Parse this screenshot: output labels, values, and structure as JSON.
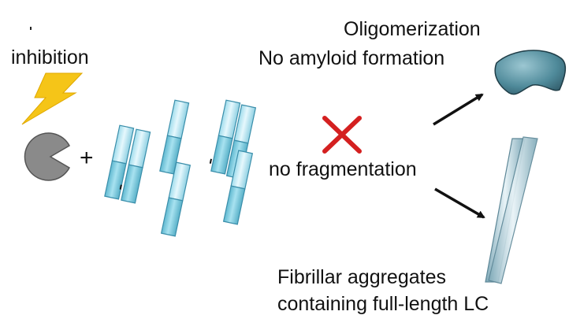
{
  "labels": {
    "inhibition": "inhibition",
    "plus": "+",
    "oligomerization": "Oligomerization",
    "no_amyloid": "No amyloid formation",
    "no_fragmentation": "no fragmentation",
    "fibrillar_line1": "Fibrillar aggregates",
    "fibrillar_line2": "containing full-length LC"
  },
  "icons": {
    "lightning": "lightning-bolt-icon",
    "protease": "pacman-protease-icon",
    "block": "red-cross-icon",
    "oligomer": "oligomer-blob-icon",
    "fibril": "twisted-fibril-icon"
  },
  "colors": {
    "bolt": "#f5c518",
    "protease": "#8a8a8a",
    "cross": "#d42020",
    "fibril_light": "#d8f2fa",
    "fibril_dark": "#7cc8dc",
    "fibril_edge": "#3a8eaa",
    "oligomer": "#4f8a9a"
  }
}
